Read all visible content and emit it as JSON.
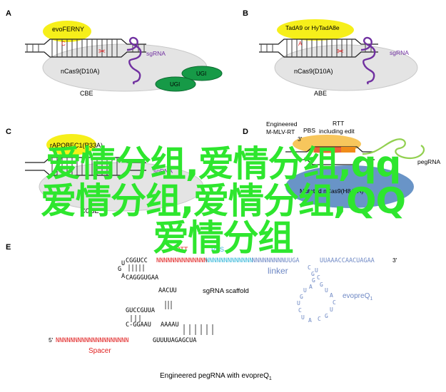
{
  "panels": {
    "a": {
      "letter": "A",
      "enzyme": "evoFERNY",
      "nickase": "nCas9(D10A)",
      "ugi_top": "UGI",
      "ugi_bottom": "UGI",
      "sgrna": "sgRNA",
      "editor": "CBE"
    },
    "b": {
      "letter": "B",
      "enzyme": "TadA9 or HyTadA8e",
      "nickase": "nCas9(D10A)",
      "sgrna": "sgRNA",
      "editor": "ABE"
    },
    "c": {
      "letter": "C",
      "enzyme": "rAPOBEC1(R33A)",
      "sgrna": "sgRNA",
      "editor": "CGBE"
    },
    "d": {
      "letter": "D",
      "rt_line1": "Engineered",
      "rt_line2": "M-MLV-RT",
      "pbs": "PBS",
      "rtt_line1": "RTT",
      "rtt_line2": "including edit",
      "prime3": "3'",
      "pegrna": "pegRNA",
      "nickase": "Mutated nCas9(H840A)"
    },
    "e": {
      "letter": "E",
      "rtt": "RTT",
      "pbs": "PBS",
      "seq_top_g": "CGGUCC",
      "seq_top_n": "NNNNNNNNNNNNNN",
      "seq_pbs_n": "NNNNNNNNNNNNN",
      "seq_linker_n": "NNNNNNNNNUUGA",
      "seq_evopreq": "UUAAACCAACUAGAA",
      "prime3": "3'",
      "prime5": "5'",
      "linker": "linker",
      "scaffold": "sgRNA scaffold",
      "evopreq": "evopreQ",
      "evopreq_sub": "1",
      "spacer_n": "NNNNNNNNNNNNNNNNNNNN",
      "spacer_tail": "GUUUUAGAGCUA",
      "spacer": "Spacer",
      "stem1": "CAGGGUGAA",
      "stem2": "AACUU",
      "stem3": "GUCCGUUA",
      "stem4": "C-GGAAU",
      "stem5": "AAAAU",
      "caption": "Engineered pegRNA with evopreQ",
      "caption_sub": "1"
    }
  },
  "watermark": {
    "line1": "爱情分组,爱情分组,qq",
    "line2": "爱情分组,爱情分组,QQ",
    "line3": "爱情分组"
  },
  "colors": {
    "ellipse": "#e4e4e4",
    "enzyme_yellow": "#f6ef1a",
    "ugi_green": "#169a47",
    "sgrna_purple": "#7030a0",
    "nickase_blue": "#4f81bd",
    "red": "#e02020",
    "cyan": "#33b5d8",
    "linker_blue": "#6e88c4",
    "watermark_green": "#2ee62e",
    "pegrna_green": "#92d050"
  }
}
